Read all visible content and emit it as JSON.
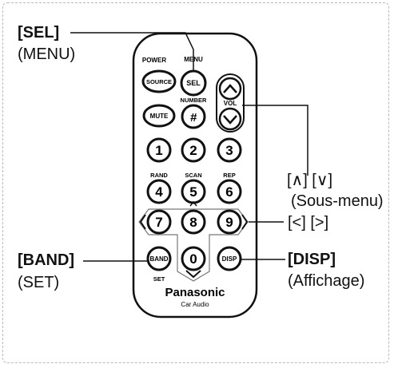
{
  "remote": {
    "labels": {
      "power": "POWER",
      "menu": "MENU",
      "source": "SOURCE",
      "sel": "SEL",
      "vol": "VOL",
      "mute": "MUTE",
      "number": "NUMBER",
      "hash": "#",
      "rand": "RAND",
      "scan": "SCAN",
      "rep": "REP",
      "band": "BAND",
      "set": "SET",
      "disp": "DISP",
      "brand": "Panasonic",
      "brand_sub": "Car Audio"
    },
    "digits": [
      "1",
      "2",
      "3",
      "4",
      "5",
      "6",
      "7",
      "8",
      "9",
      "0"
    ]
  },
  "callouts": {
    "sel": {
      "key": "[SEL]",
      "sub": "(MENU)"
    },
    "updown": {
      "key": "[∧] [∨]",
      "sub": "(Sous-menu)"
    },
    "leftright": {
      "key": "[<] [>]"
    },
    "band": {
      "key": "[BAND]",
      "sub": "(SET)"
    },
    "disp": {
      "key": "[DISP]",
      "sub": "(Affichage)"
    }
  },
  "colors": {
    "ink": "#111111",
    "remote_body": "#ffffff",
    "button_fill": "#ffffff",
    "frame": "#b8b8b8"
  }
}
